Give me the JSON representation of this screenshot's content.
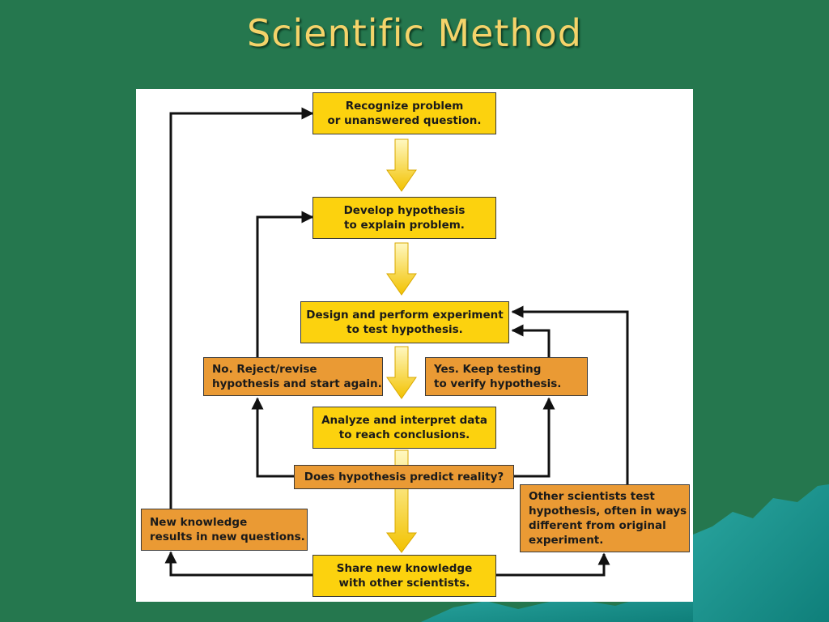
{
  "title": "Scientific Method",
  "steps": {
    "recognize": "Recognize problem\nor unanswered question.",
    "develop": "Develop hypothesis\nto explain problem.",
    "design": "Design and perform experiment\nto test hypothesis.",
    "reject": "No. Reject/revise\nhypothesis and start again.",
    "keep": "Yes. Keep testing\nto verify hypothesis.",
    "analyze": "Analyze and interpret data\nto reach conclusions.",
    "predict": "Does hypothesis predict reality?",
    "new_knowledge": "New knowledge\nresults in new questions.",
    "others": "Other scientists test\nhypothesis, often in ways\ndifferent from original\nexperiment.",
    "share": "Share new knowledge\nwith other scientists."
  },
  "colors": {
    "background": "#25774e",
    "title": "#f4d36a",
    "main_box": "#fcd20e",
    "branch_box": "#ea9a34",
    "arrow": "#111111"
  }
}
